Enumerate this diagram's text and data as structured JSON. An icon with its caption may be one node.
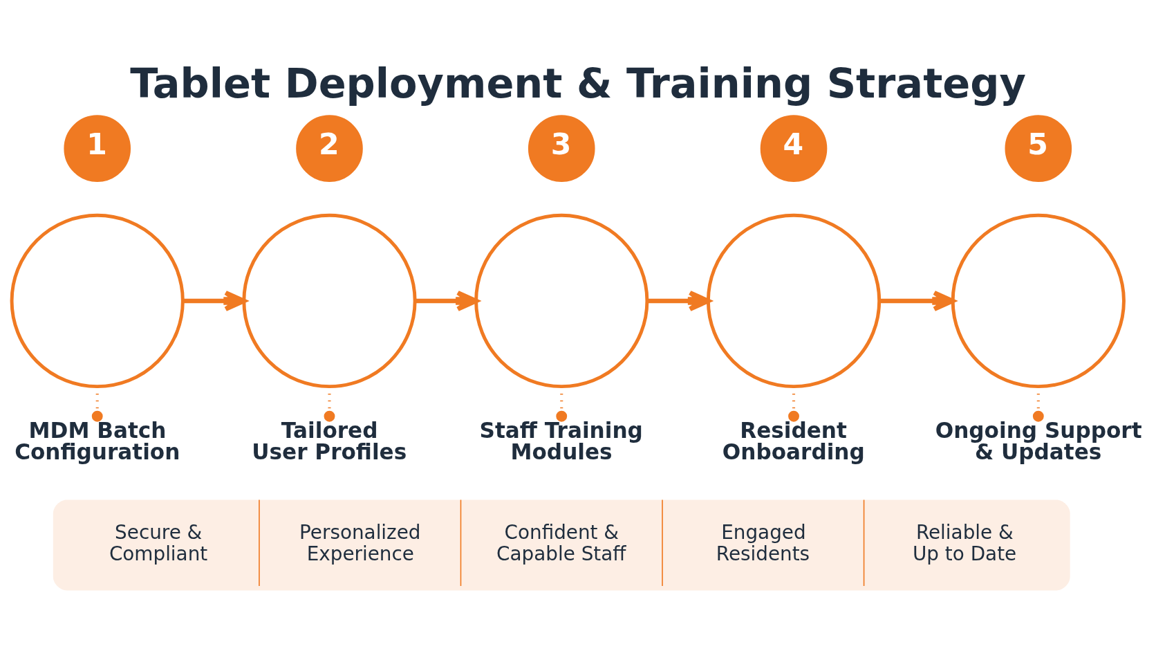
{
  "diagram": {
    "title": "Tablet Deployment & Training Strategy",
    "nodes": [
      {
        "text": [
          "1"
        ]
      },
      {
        "text": [
          "2"
        ]
      },
      {
        "text": [
          "3"
        ]
      },
      {
        "text": [
          "4"
        ]
      },
      {
        "text": [
          "5"
        ]
      },
      {
        "text": [],
        "shape": "circle"
      },
      {
        "text": [],
        "shape": "circle"
      },
      {
        "text": [],
        "shape": "circle"
      },
      {
        "text": [],
        "shape": "circle"
      },
      {
        "text": [],
        "shape": "circle"
      },
      {
        "text": [
          "MDM Batch Configuration"
        ]
      },
      {
        "text": [
          "Tailored User Profiles"
        ]
      },
      {
        "text": [
          "Staff Training Modules"
        ]
      },
      {
        "text": [
          "Resident Onboarding"
        ]
      },
      {
        "text": [
          "Ongoing Support & Updates"
        ]
      },
      {
        "text": [
          "Secure & Compliant",
          "Personalized Experience",
          "Confident & Capable Staff",
          "Engaged Residents",
          "Reliable & Up to Date"
        ]
      }
    ],
    "edges": [
      {
        "from": 5,
        "to": 6,
        "arrow": "to"
      },
      {
        "from": 6,
        "to": 7,
        "arrow": "to"
      },
      {
        "from": 7,
        "to": 8,
        "arrow": "to"
      },
      {
        "from": 8,
        "to": 9,
        "arrow": "to"
      },
      {
        "from": 5,
        "to": 10,
        "arrow": "other",
        "style": "dashed"
      },
      {
        "from": 6,
        "to": 11,
        "arrow": "other",
        "style": "dashed"
      },
      {
        "from": 7,
        "to": 12,
        "arrow": "other",
        "style": "dashed"
      },
      {
        "from": 8,
        "to": 13,
        "arrow": "other",
        "style": "dashed"
      },
      {
        "from": 9,
        "to": 14,
        "arrow": "other",
        "style": "dashed"
      }
    ]
  }
}
